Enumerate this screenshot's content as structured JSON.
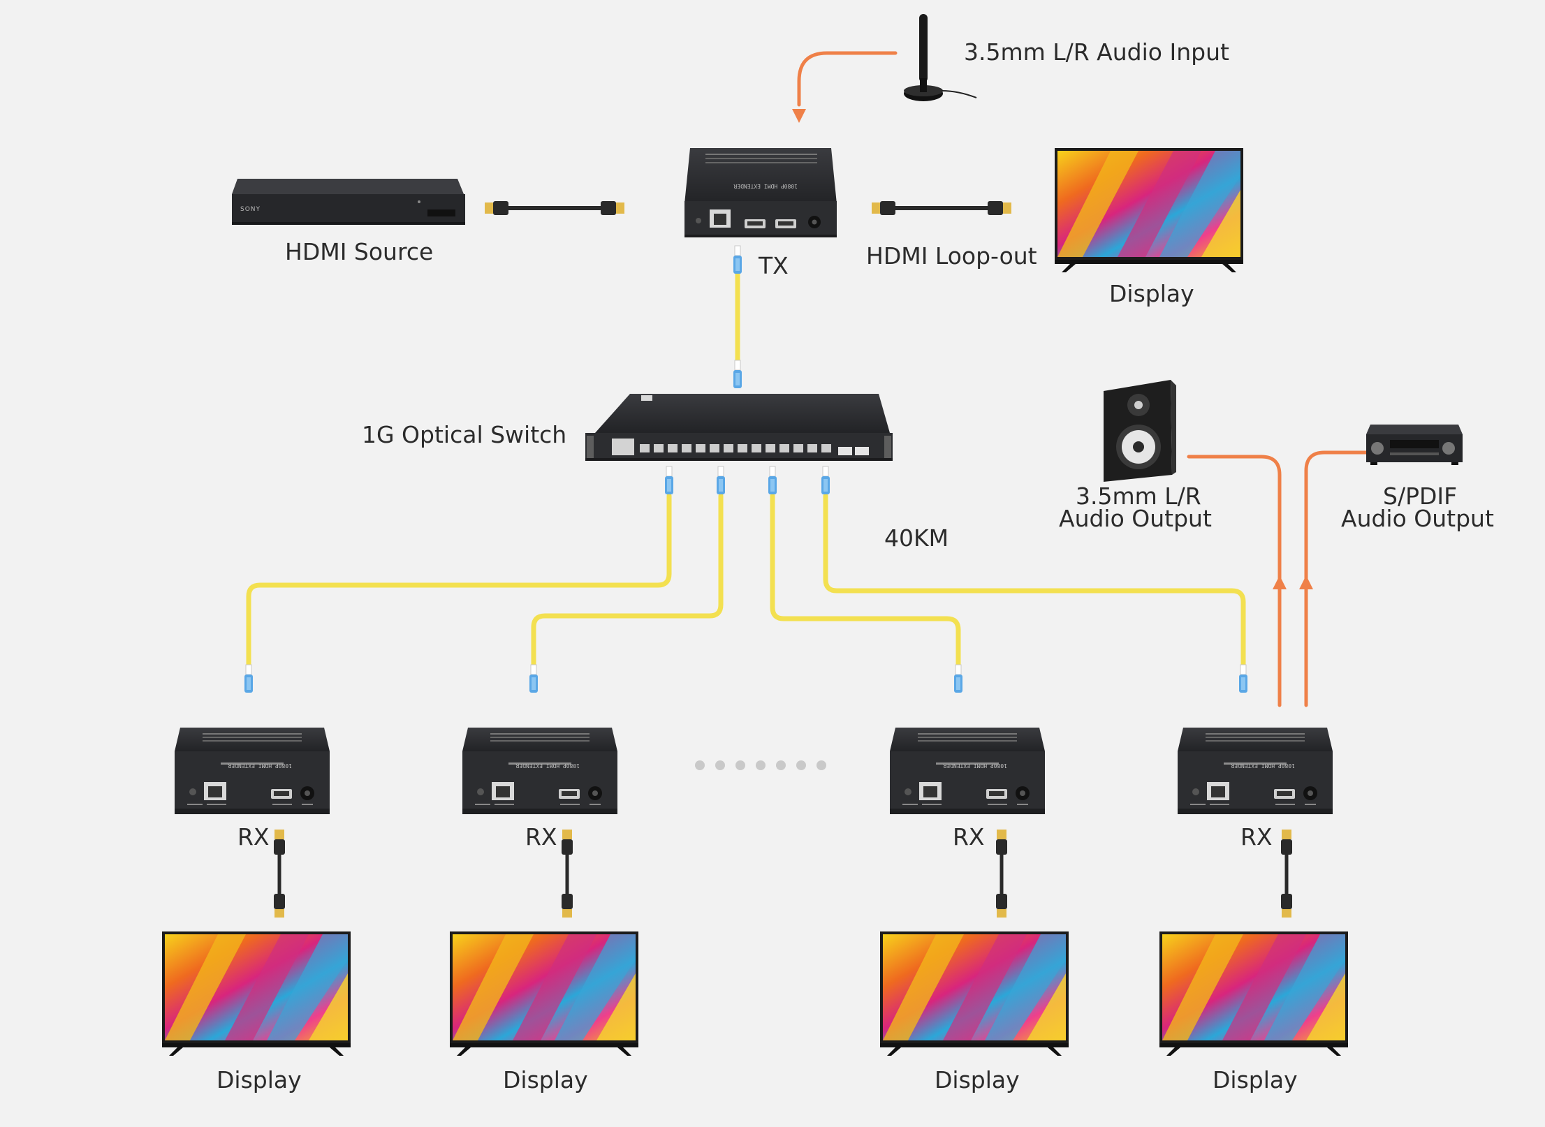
{
  "labels": {
    "audio_input": "3.5mm L/R Audio Input",
    "hdmi_source": "HDMI Source",
    "tx": "TX",
    "hdmi_loop_out": "HDMI Loop-out",
    "display_top": "Display",
    "optical_switch": "1G Optical Switch",
    "audio_out_line1": "3.5mm L/R",
    "audio_out_line2": "Audio Output",
    "spdif_line1": "S/PDIF",
    "spdif_line2": "Audio Output",
    "distance": "40KM",
    "rx": [
      "RX",
      "RX",
      "RX",
      "RX"
    ],
    "displays": [
      "Display",
      "Display",
      "Display",
      "Display"
    ]
  },
  "device_text": {
    "source_brand": "SONY",
    "extender_name": "1080P HDMI EXTENDER"
  },
  "colors": {
    "background": "#f2f2f2",
    "fiber": "#f3e050",
    "connector": "#5aa7e6",
    "audio_line": "#ef8048",
    "device": "#2c2d30",
    "hdmi_cable": "#2a2a2a"
  }
}
